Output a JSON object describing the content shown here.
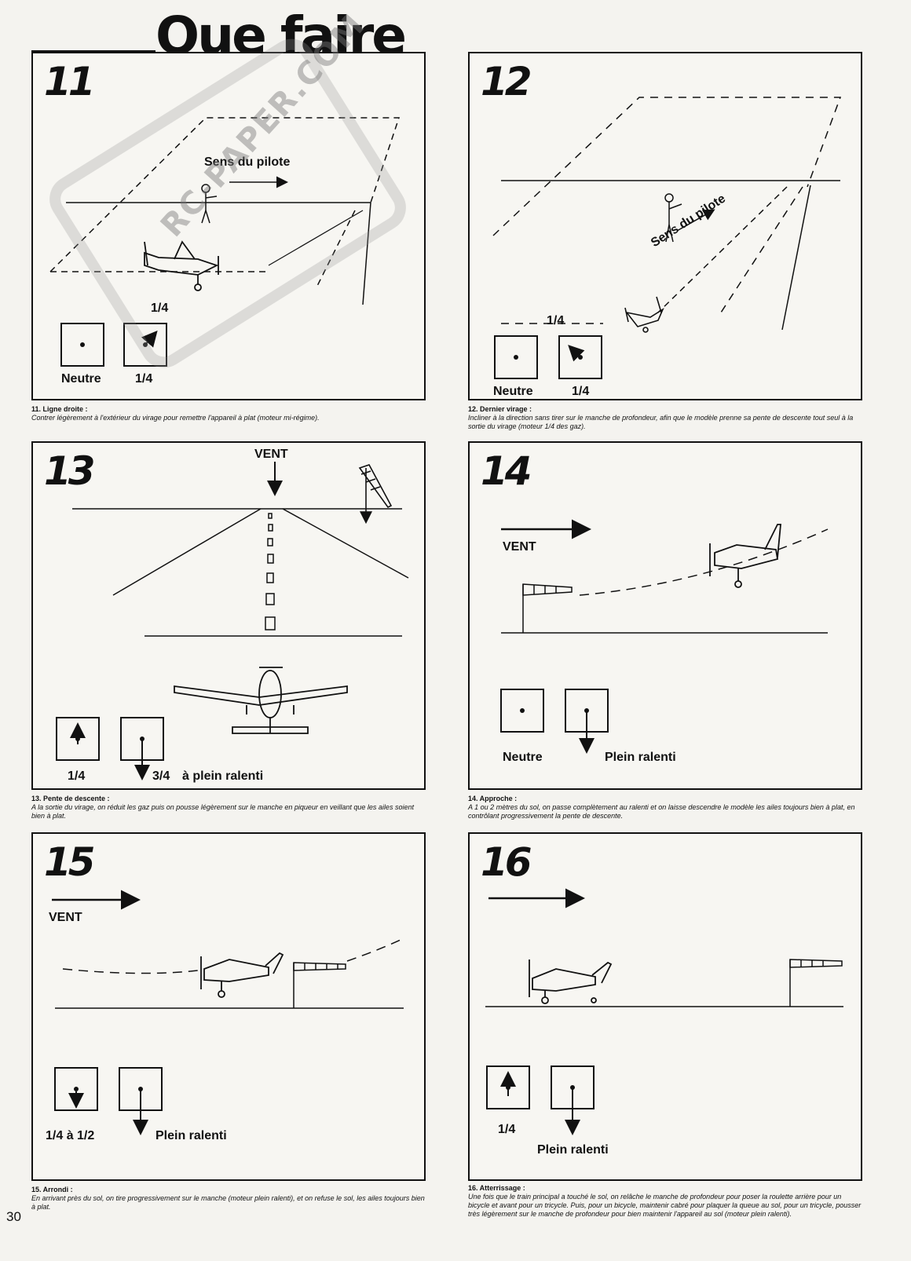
{
  "page": {
    "title": "Que faire",
    "page_number": "30",
    "watermark": "RC-PAPER.COM"
  },
  "panels": [
    {
      "number": "11",
      "labels": [
        "Sens du pilote",
        "1/4",
        "Neutre",
        "1/4"
      ],
      "caption_title": "11. Ligne droite :",
      "caption_text": "Contrer légèrement à l'extérieur du virage pour remettre l'appareil à plat (moteur mi-régime)."
    },
    {
      "number": "12",
      "labels": [
        "Sens du pilote",
        "1/4",
        "Neutre",
        "1/4"
      ],
      "caption_title": "12. Dernier virage :",
      "caption_text": "Incliner à la direction sans tirer sur le manche de profondeur, afin que le modèle prenne sa pente de descente tout seul à la sortie du virage (moteur 1/4 des gaz)."
    },
    {
      "number": "13",
      "labels": [
        "VENT",
        "1/4",
        "3/4",
        "à plein ralenti"
      ],
      "caption_title": "13. Pente de descente :",
      "caption_text": "A la sortie du virage, on réduit les gaz puis on pousse légèrement sur le manche en piqueur en veillant que les ailes soient bien à plat."
    },
    {
      "number": "14",
      "labels": [
        "VENT",
        "Neutre",
        "Plein ralenti"
      ],
      "caption_title": "14. Approche :",
      "caption_text": "A 1 ou 2 mètres du sol, on passe complètement au ralenti et on laisse descendre le modèle les ailes toujours bien à plat, en contrôlant progressivement la pente de descente."
    },
    {
      "number": "15",
      "labels": [
        "VENT",
        "1/4 à 1/2",
        "Plein ralenti"
      ],
      "caption_title": "15. Arrondi :",
      "caption_text": "En arrivant près du sol, on tire progressivement sur le manche (moteur plein ralenti), et on refuse le sol, les ailes toujours bien à plat."
    },
    {
      "number": "16",
      "labels": [
        "1/4",
        "Plein ralenti"
      ],
      "caption_title": "16. Atterrissage :",
      "caption_text": "Une fois que le train principal a touché le sol, on relâche le manche de profondeur pour poser la roulette arrière pour un bicycle et avant pour un tricycle. Puis, pour un bicycle, maintenir cabré pour plaquer la queue au sol, pour un tricycle, pousser très légèrement sur le manche de profondeur pour bien maintenir l'appareil au sol (moteur plein ralenti)."
    }
  ]
}
